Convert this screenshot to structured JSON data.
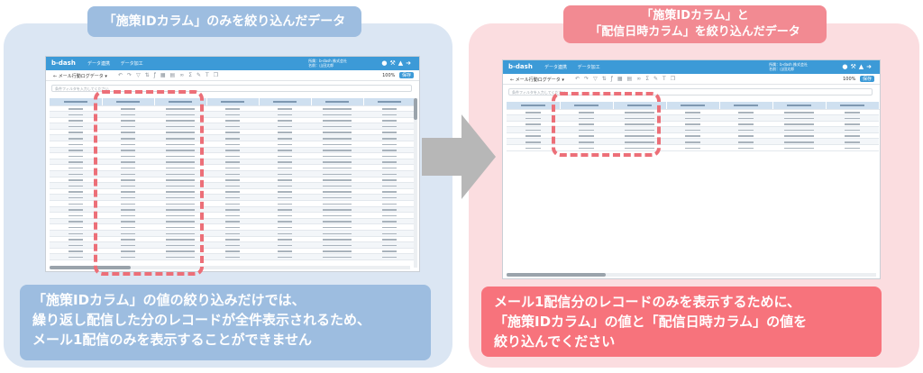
{
  "left": {
    "title": "「施策IDカラム」のみを絞り込んだデータ",
    "note": [
      "「施策IDカラム」の値の絞り込みだけでは、",
      "繰り返し配信した分のレコードが全件表示されるため、",
      "メール1配信のみを表示することができません"
    ]
  },
  "right": {
    "title_line1": "「施策IDカラム」と",
    "title_line2": "「配信日時カラム」を絞り込んだデータ",
    "note": [
      "メール1配信分のレコードのみを表示するために、",
      "「施策IDカラム」の値と「配信日時カラム」の値を",
      "絞り込んでください"
    ]
  },
  "app": {
    "logo": "b-dash",
    "nav": [
      "データ連携",
      "データ加工"
    ],
    "user_line1": "所属：b-dash 株式会社",
    "user_line2": "名前：山田太郎",
    "icons": [
      "bell-icon",
      "wrench-icon",
      "megaphone-icon",
      "logout-icon"
    ],
    "sheet_title": "メール行動ログデータ",
    "search_placeholder": "条件フィルタを入力してください",
    "zoom": "100%",
    "save_label": "保存"
  },
  "colors": {
    "left_panel": "#dbe6f3",
    "left_accent": "#9dbde0",
    "right_panel": "#fbdde0",
    "right_accent": "#f28a92",
    "highlight": "#ec6f78",
    "app_bar": "#3c9ad7"
  }
}
